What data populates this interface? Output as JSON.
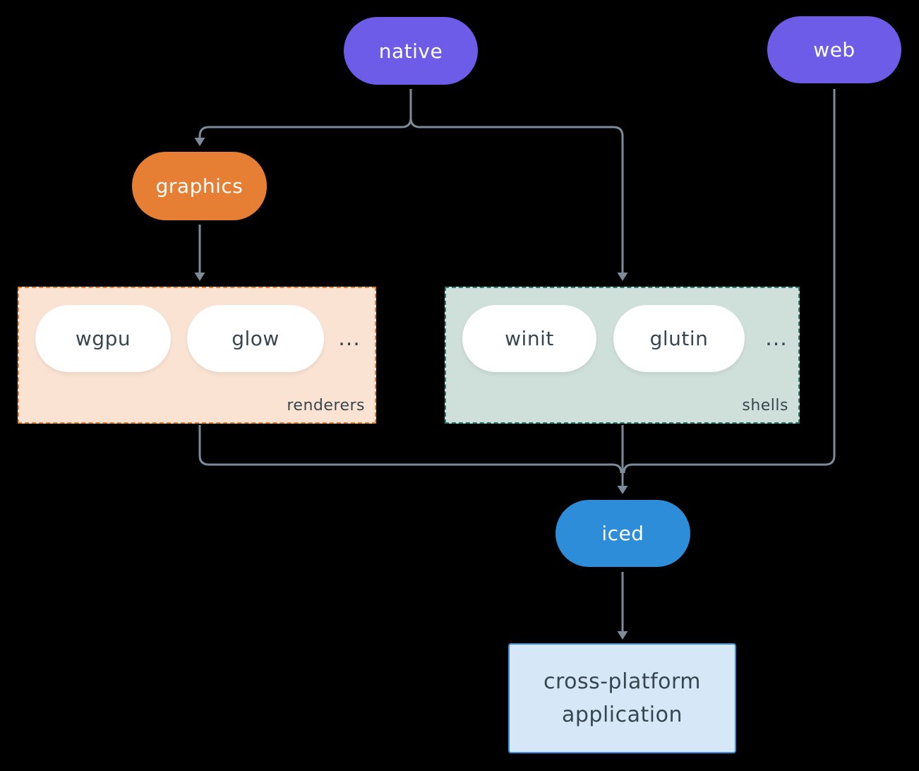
{
  "colors": {
    "purple": "#6c5ce7",
    "orange": "#e67e34",
    "peach": "#fae3d3",
    "sage": "#cfdfd9",
    "teal": "#2d7a6b",
    "blue": "#2d8dd8",
    "app_fill": "#d6e7f7",
    "app_border": "#3e8ee0",
    "pill_white": "#ffffff",
    "text_dark": "#37474f",
    "text_light": "#ffffff",
    "connector": "#7b8b9a",
    "background": "#000000"
  },
  "diagram": {
    "nodes": {
      "native": {
        "label": "native"
      },
      "web": {
        "label": "web"
      },
      "graphics": {
        "label": "graphics"
      },
      "iced": {
        "label": "iced"
      },
      "app": {
        "line1": "cross-platform",
        "line2": "application"
      }
    },
    "groups": {
      "renderers": {
        "label": "renderers",
        "items": [
          "wgpu",
          "glow"
        ],
        "ellipsis": "..."
      },
      "shells": {
        "label": "shells",
        "items": [
          "winit",
          "glutin"
        ],
        "ellipsis": "..."
      }
    }
  }
}
